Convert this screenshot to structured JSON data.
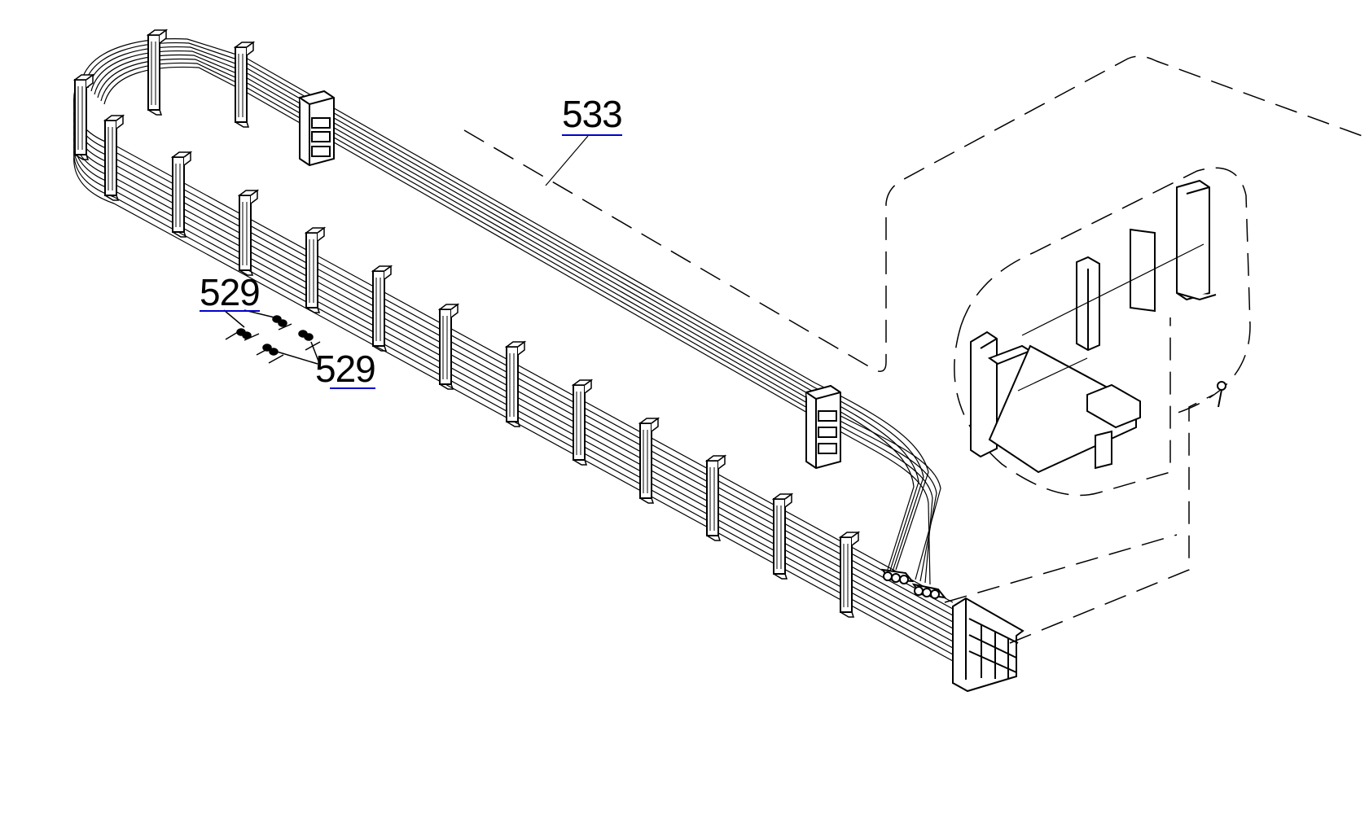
{
  "diagram": {
    "type": "exploded parts drawing",
    "subject": "flat ribbon cable harness with clamps, connectors and connector housing detail",
    "line_color": "#000000",
    "callout_underline_color": "#0000cc",
    "background": "#ffffff"
  },
  "callouts": [
    {
      "id": "533",
      "label": "533",
      "target": "ribbon cable harness"
    },
    {
      "id": "529a",
      "label": "529",
      "target": "screws / fasteners"
    },
    {
      "id": "529b",
      "label": "529",
      "target": "screws / fasteners"
    }
  ]
}
